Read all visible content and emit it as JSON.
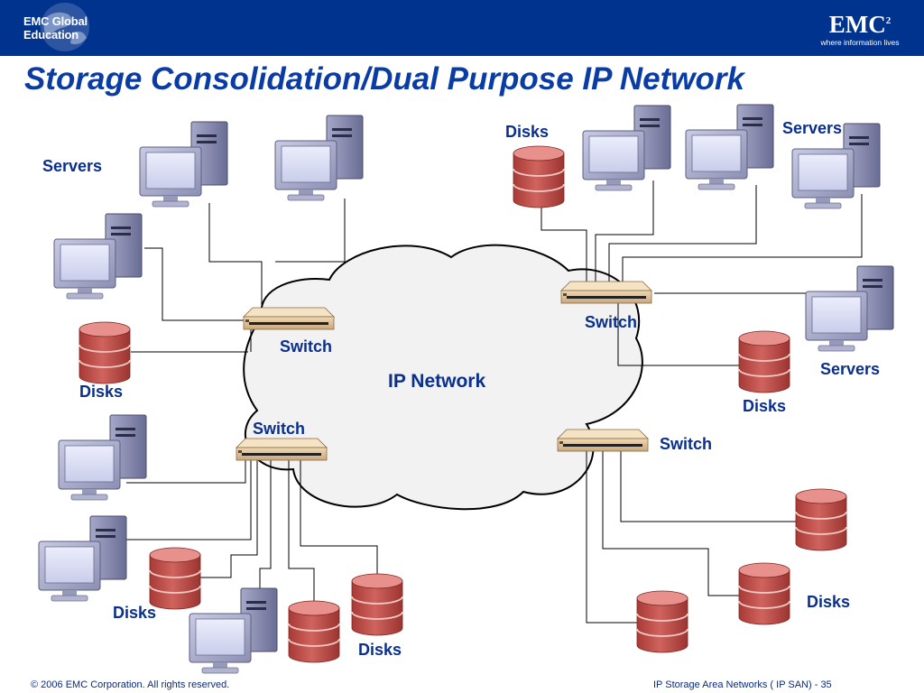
{
  "header": {
    "left_logo_text": "EMC Global Education",
    "right_logo_text": "EMC",
    "right_logo_superscript": "2",
    "right_logo_tagline": "where information lives"
  },
  "title": "Storage Consolidation/Dual Purpose IP Network",
  "diagram": {
    "network_label": "IP Network",
    "labels": {
      "servers_top_left": "Servers",
      "disks_left": "Disks",
      "switch_left_upper": "Switch",
      "switch_left_lower": "Switch",
      "disks_bottom_left": "Disks",
      "disks_bottom_center": "Disks",
      "disks_top_right": "Disks",
      "servers_top_right": "Servers",
      "switch_right_upper": "Switch",
      "servers_right": "Servers",
      "disks_right": "Disks",
      "switch_right_lower": "Switch",
      "disks_bottom_right": "Disks"
    }
  },
  "colors": {
    "header_bg": "#00338e",
    "title": "#0a3ca5",
    "label": "#0a2f8c",
    "disk_red": "#c0504d",
    "cloud_fill": "#f2f2f2"
  },
  "icons": [
    "globe-icon",
    "server-computer-icon",
    "disk-stack-icon",
    "network-switch-icon",
    "cloud-icon"
  ],
  "footer": {
    "copyright": "© 2006 EMC Corporation. All rights reserved.",
    "course": "IP Storage Area Networks ( IP SAN)  - 35"
  }
}
